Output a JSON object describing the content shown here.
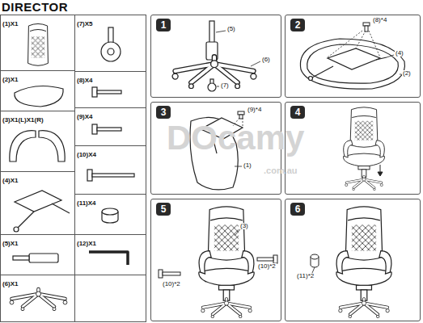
{
  "diagram": {
    "title": "DIRECTOR",
    "nodes": [
      {
        "text": [
          "(1)X1"
        ]
      },
      {
        "text": [
          "(2)X1"
        ]
      },
      {
        "text": [
          "(3)X1(L)X1(R)"
        ]
      },
      {
        "text": [
          "(4)X1"
        ]
      },
      {
        "text": [
          "(5)X1"
        ]
      },
      {
        "text": [
          "(6)X1"
        ]
      },
      {
        "text": [
          "(7)X5"
        ]
      },
      {
        "text": [
          "(8)X4"
        ]
      },
      {
        "text": [
          "(9)X4"
        ]
      },
      {
        "text": [
          "(10)X4"
        ]
      },
      {
        "text": [
          "(11)X4"
        ]
      },
      {
        "text": [
          "(12)X1"
        ]
      },
      {
        "text": [
          "1"
        ]
      },
      {
        "text": [
          "2"
        ]
      },
      {
        "text": [
          "3"
        ]
      },
      {
        "text": [
          "4"
        ]
      },
      {
        "text": [
          "5"
        ]
      },
      {
        "text": [
          "6"
        ]
      }
    ],
    "labels": [
      "(5)",
      "(6)",
      "(7)",
      "(8)*4",
      "(4)",
      "(2)",
      "(9)*4",
      "(1)",
      "(3)",
      "(10)*2",
      "(10)*2",
      "(11)*2",
      "DOcamy",
      ".com.au"
    ]
  }
}
